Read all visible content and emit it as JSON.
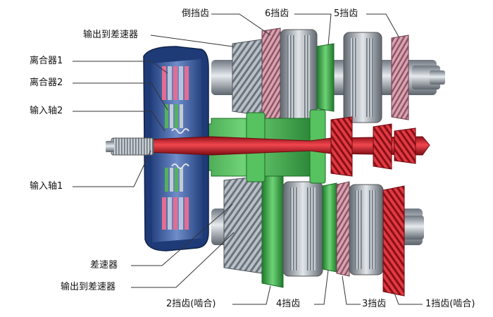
{
  "labels": {
    "reverse_gear": "倒挡齿",
    "gear6": "6挡齿",
    "gear5": "5挡齿",
    "output_diff_top": "输出到差速器",
    "clutch1": "离合器1",
    "clutch2": "离合器2",
    "input_shaft2": "输入轴2",
    "input_shaft1": "输入轴1",
    "differential": "差速器",
    "output_diff_bottom": "输出到差速器",
    "gear2": "2挡齿(啮合)",
    "gear4": "4挡齿",
    "gear3": "3挡齿",
    "gear1": "1挡齿(啮合)"
  },
  "colors": {
    "shaft_red": "#d9202c",
    "green_gear": "#3fae4a",
    "clutch_blue": "#3d5fa8",
    "steel_gray": "#9aa3ad",
    "pink_gear": "#c9889a",
    "leader_line": "#333333"
  }
}
